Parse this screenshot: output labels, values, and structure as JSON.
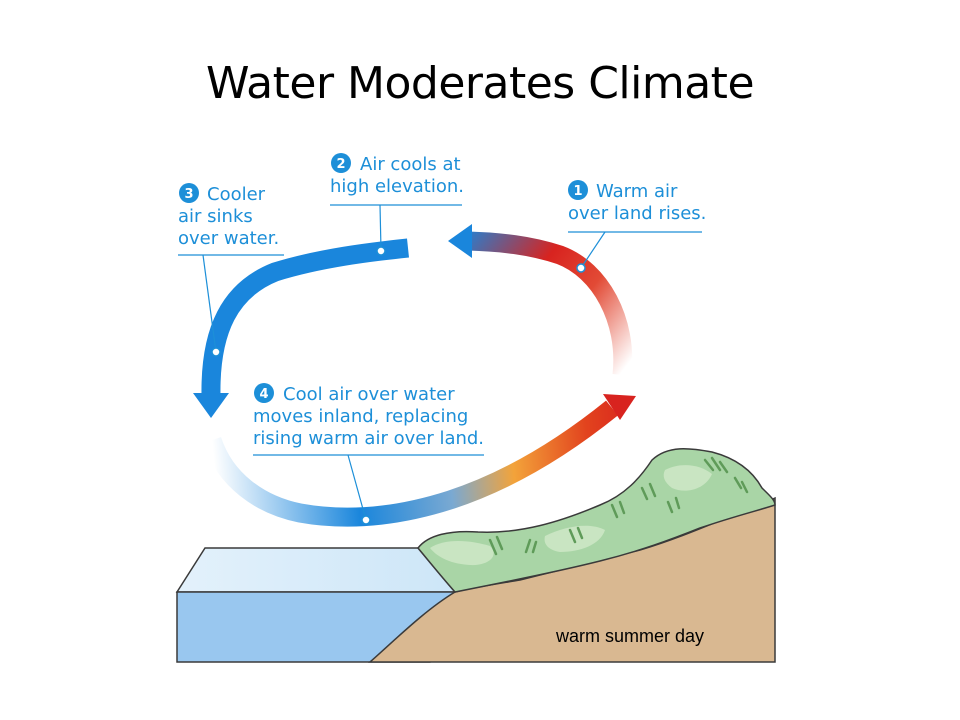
{
  "slide": {
    "title": "Water Moderates Climate"
  },
  "steps": [
    {
      "number": "1",
      "lines": [
        "Warm air",
        "over land rises."
      ]
    },
    {
      "number": "2",
      "lines": [
        "Air cools at",
        "high elevation."
      ]
    },
    {
      "number": "3",
      "lines": [
        "Cooler",
        "air sinks",
        "over water."
      ]
    },
    {
      "number": "4",
      "lines": [
        "Cool air over water",
        "moves inland, replacing",
        "rising warm air over land."
      ]
    }
  ],
  "caption": "warm summer day",
  "colors": {
    "text_blue": "#1d8fd8",
    "arrow_blue": "#1a86dc",
    "arrow_red": "#d8231f",
    "arrow_orange": "#f3a33a",
    "water_light": "#cfe7f8",
    "water": "#99c7ef",
    "land": "#d9b891",
    "vegetation": "#a9d5a6"
  }
}
